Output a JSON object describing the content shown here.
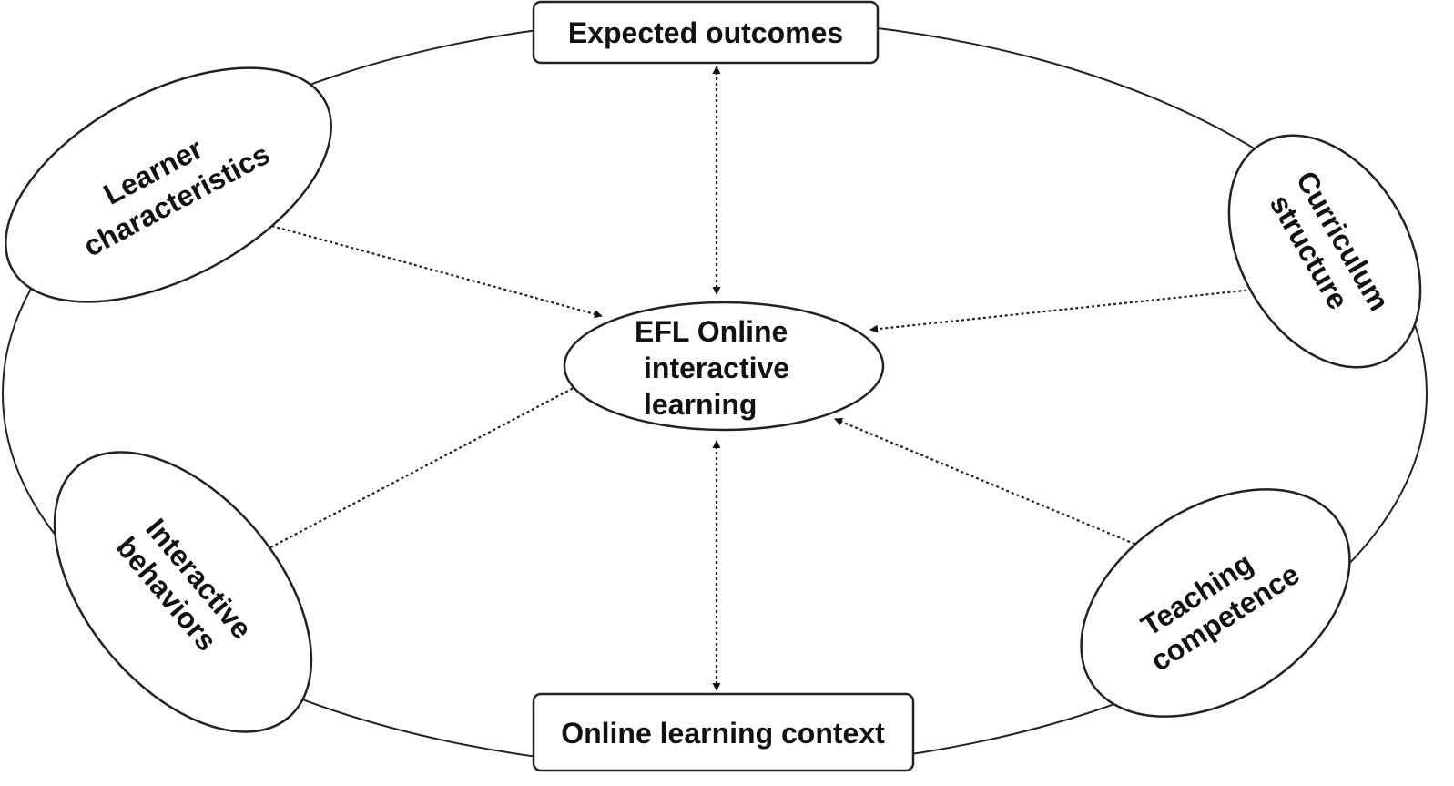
{
  "diagram": {
    "center": {
      "lines": [
        "EFL Online",
        "interactive",
        "learning"
      ]
    },
    "top": {
      "label": "Expected outcomes"
    },
    "bottom": {
      "label": "Online learning context"
    },
    "upper_left": {
      "lines": [
        "Learner",
        "characteristics"
      ]
    },
    "upper_right": {
      "lines": [
        "Curriculum",
        "structure"
      ]
    },
    "lower_left": {
      "lines": [
        "Interactive",
        "behaviors"
      ]
    },
    "lower_right": {
      "lines": [
        "Teaching",
        "competence"
      ]
    }
  }
}
